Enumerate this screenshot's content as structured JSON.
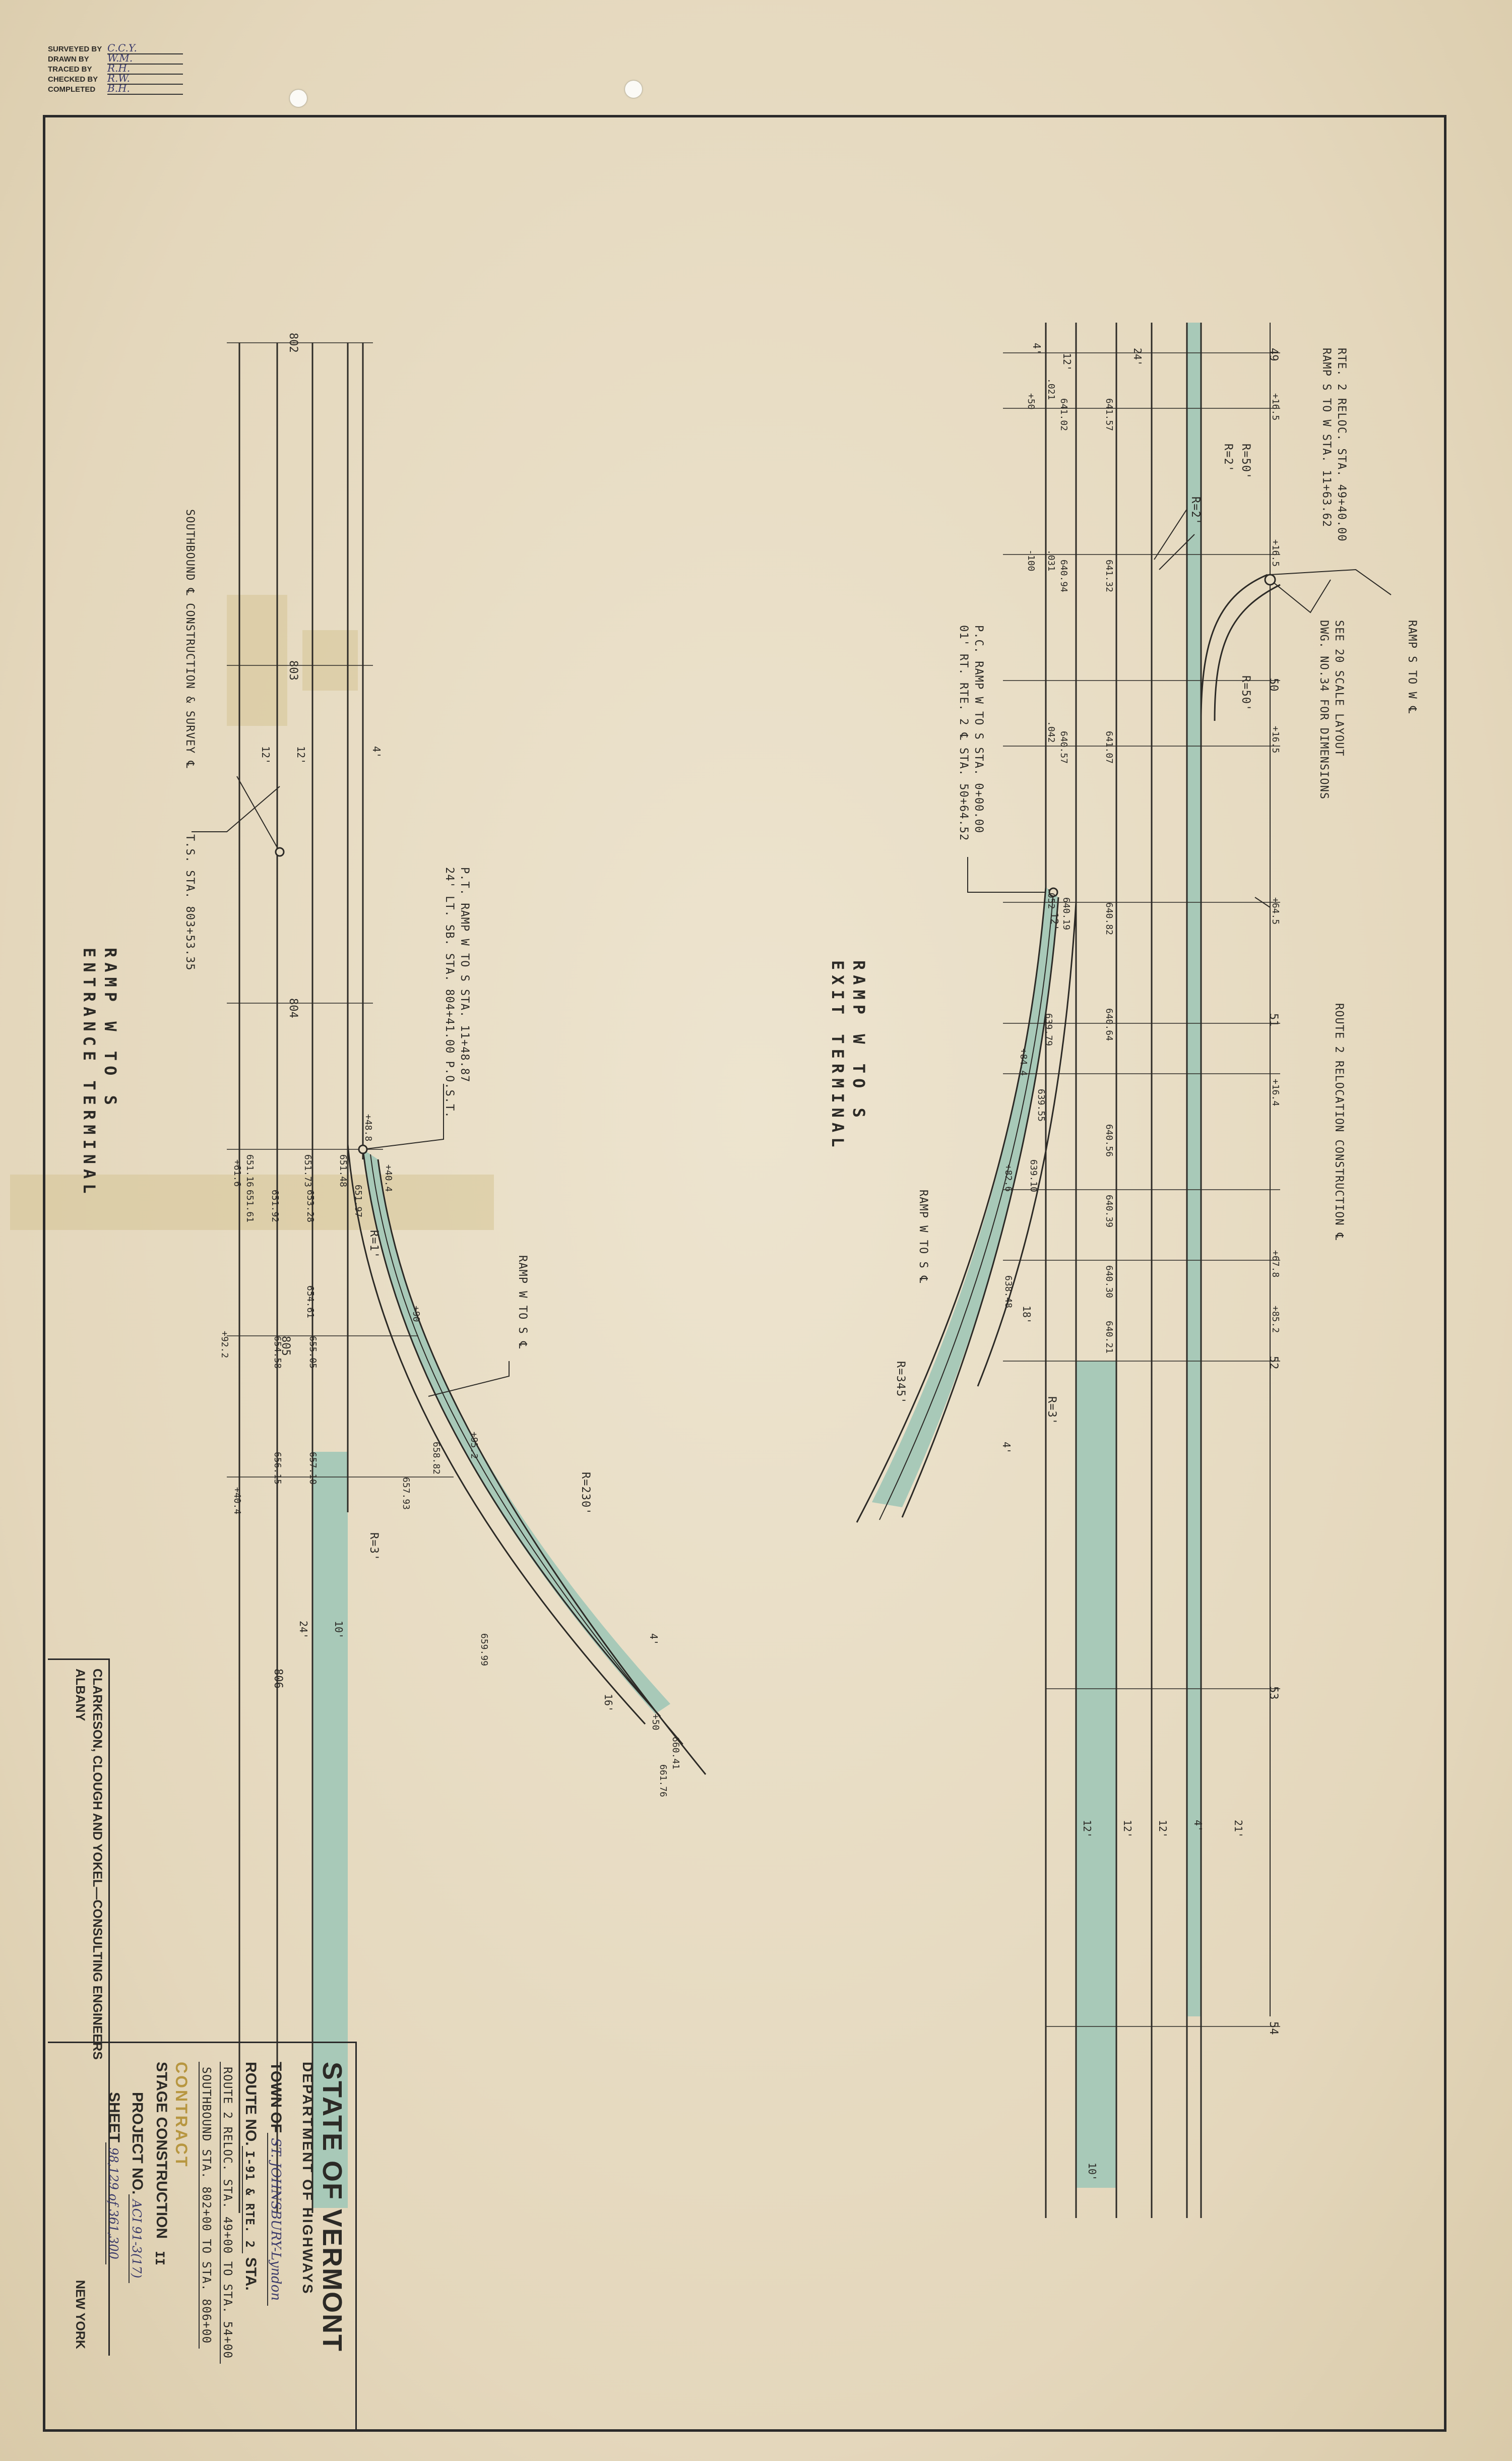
{
  "credits": [
    {
      "label": "SURVEYED BY",
      "value": "C.C.Y."
    },
    {
      "label": "DRAWN BY",
      "value": "W.M."
    },
    {
      "label": "TRACED BY",
      "value": "R.H."
    },
    {
      "label": "CHECKED BY",
      "value": "R.W."
    },
    {
      "label": "COMPLETED",
      "value": "B.H."
    }
  ],
  "callouts": {
    "ramp_s_to_w": "RAMP S TO W ℄",
    "rte2_reloc_1": "RTE. 2 RELOC. STA. 49+40.00",
    "rte2_reloc_2": "RAMP S TO W STA. 11+63.62",
    "see_20_scale_1": "SEE 20 SCALE LAYOUT",
    "see_20_scale_2": "DWG. NO.34 FOR DIMENSIONS",
    "pc_ramp_1": "P.C. RAMP W TO S STA. 0+00.00",
    "pc_ramp_2": "01' RT. RTE. 2 ℄ STA. 50+64.52",
    "route2_reloc": "ROUTE 2 RELOCATION CONSTRUCTION ℄",
    "ramp_w_to_s_1": "RAMP W TO S ℄",
    "ramp_w_to_s_2": "RAMP W TO S ℄",
    "pt_ramp_1": "P.T. RAMP W TO S STA. 11+48.87",
    "pt_ramp_2": "24' LT. SB. STA. 804+41.00 P.O.S.T.",
    "southbound": "SOUTHBOUND ℄ CONSTRUCTION & SURVEY ℄",
    "ts_sta": "T.S. STA. 803+53.35",
    "radius_r2_1": "R=2'",
    "radius_r2_2": "R=2'",
    "radius_r50_1": "R=50'",
    "radius_r50_2": "R=50'",
    "radius_r3_1": "R=3'",
    "radius_r3_2": "R=3'",
    "radius_r345": "R=345'",
    "radius_r230": "R=230'",
    "radius_r1": "R=1'"
  },
  "stations": {
    "s49": "49",
    "s50": "50",
    "s51": "51",
    "s52": "52",
    "s53": "53",
    "s54": "54",
    "s802": "802",
    "s803": "803",
    "s804": "804",
    "s805": "805",
    "s806": "806"
  },
  "widths": {
    "w4a": "4'",
    "w12a": "12'",
    "w24a": "24'",
    "w12b": "12'",
    "w4b": "4'",
    "w12c": "12'",
    "w12d": "12'",
    "w4c": "4'",
    "w21": "21'",
    "w12e": "12'",
    "w12f": "12'",
    "w12g": "12'",
    "w4d": "4'",
    "w10a": "10'",
    "w10b": "10'",
    "w24b": "24'",
    "w16": "16'",
    "w4e": "4'",
    "w18": "18'"
  },
  "elevations": {
    "e1": "641.02",
    "e2": "641.57",
    "e3": ".021",
    "e4": "641.32",
    "e5": "640.94",
    "e6": ".031",
    "e7": "640.57",
    "e8": "641.07",
    "e9": ".042",
    "e10": "640.82",
    "e11": "640.19",
    "e12": ".052",
    "e13": "640.64",
    "e14": "639.79",
    "e15": "640.56",
    "e16": "639.55",
    "e17": "640.39",
    "e18": "639.10",
    "e19": "640.30",
    "e20": "640.21",
    "e21": "638.48",
    "e22": "651.48",
    "e23": "651.73",
    "e24": "651.97",
    "e25": "651.16",
    "e26": "651.61",
    "e27": "651.92",
    "e28": "653.28",
    "e29": "654.61",
    "e30": "654.58",
    "e31": "655.05",
    "e32": "657.10",
    "e33": "656.15",
    "e34": "657.93",
    "e35": "658.82",
    "e36": "659.99",
    "e37": "660.41",
    "e38": "661.76"
  },
  "chainages": {
    "c1": "+16.5",
    "c2": "+16.5",
    "c3": "+16.5",
    "c4": "+64.5",
    "c5": "+16.4",
    "c6": "+67.8",
    "c7": "+85.2",
    "c8": "+50",
    "c9": "-100",
    "c10": "+84.4",
    "c11": "+82.6",
    "c12": "+48.8",
    "c13": "+40.4",
    "c14": "+61.6",
    "c15": "+92.2",
    "c16": "+40.4",
    "c17": "+90",
    "c18": "+95.2",
    "c19": "+50"
  },
  "terminals": {
    "exit_1": "RAMP W TO S",
    "exit_2": "EXIT TERMINAL",
    "entrance_1": "RAMP W TO S",
    "entrance_2": "ENTRANCE TERMINAL"
  },
  "consultant": {
    "name": "CLARKESON, CLOUGH AND YOKEL—CONSULTING ENGINEERS",
    "city1": "ALBANY",
    "city2": "NEW YORK"
  },
  "title_block": {
    "state": "STATE OF VERMONT",
    "dept": "DEPARTMENT OF HIGHWAYS",
    "town_label": "TOWN OF",
    "town_value": "ST. JOHNSBURY-Lyndon",
    "route_label": "ROUTE NO.",
    "route_value": "I-91 & RTE. 2",
    "sta_label": "STA.",
    "limits_1": "ROUTE 2 RELOC. STA. 49+00 TO STA. 54+00",
    "limits_2": "SOUTHBOUND STA. 802+00 TO STA. 806+00",
    "contract": "CONTRACT",
    "stage": "STAGE CONSTRUCTION",
    "stage_no": "II",
    "project_label": "PROJECT NO.",
    "project_value": "ACI 91-3(17)",
    "sheet_label": "SHEET",
    "sheet_value": "98,129 of 361,300"
  },
  "colors": {
    "paper": "#e7dcc3",
    "pavement": "#a8c9b8",
    "ink": "#2c2a26",
    "handwriting": "#3a3a6a"
  }
}
